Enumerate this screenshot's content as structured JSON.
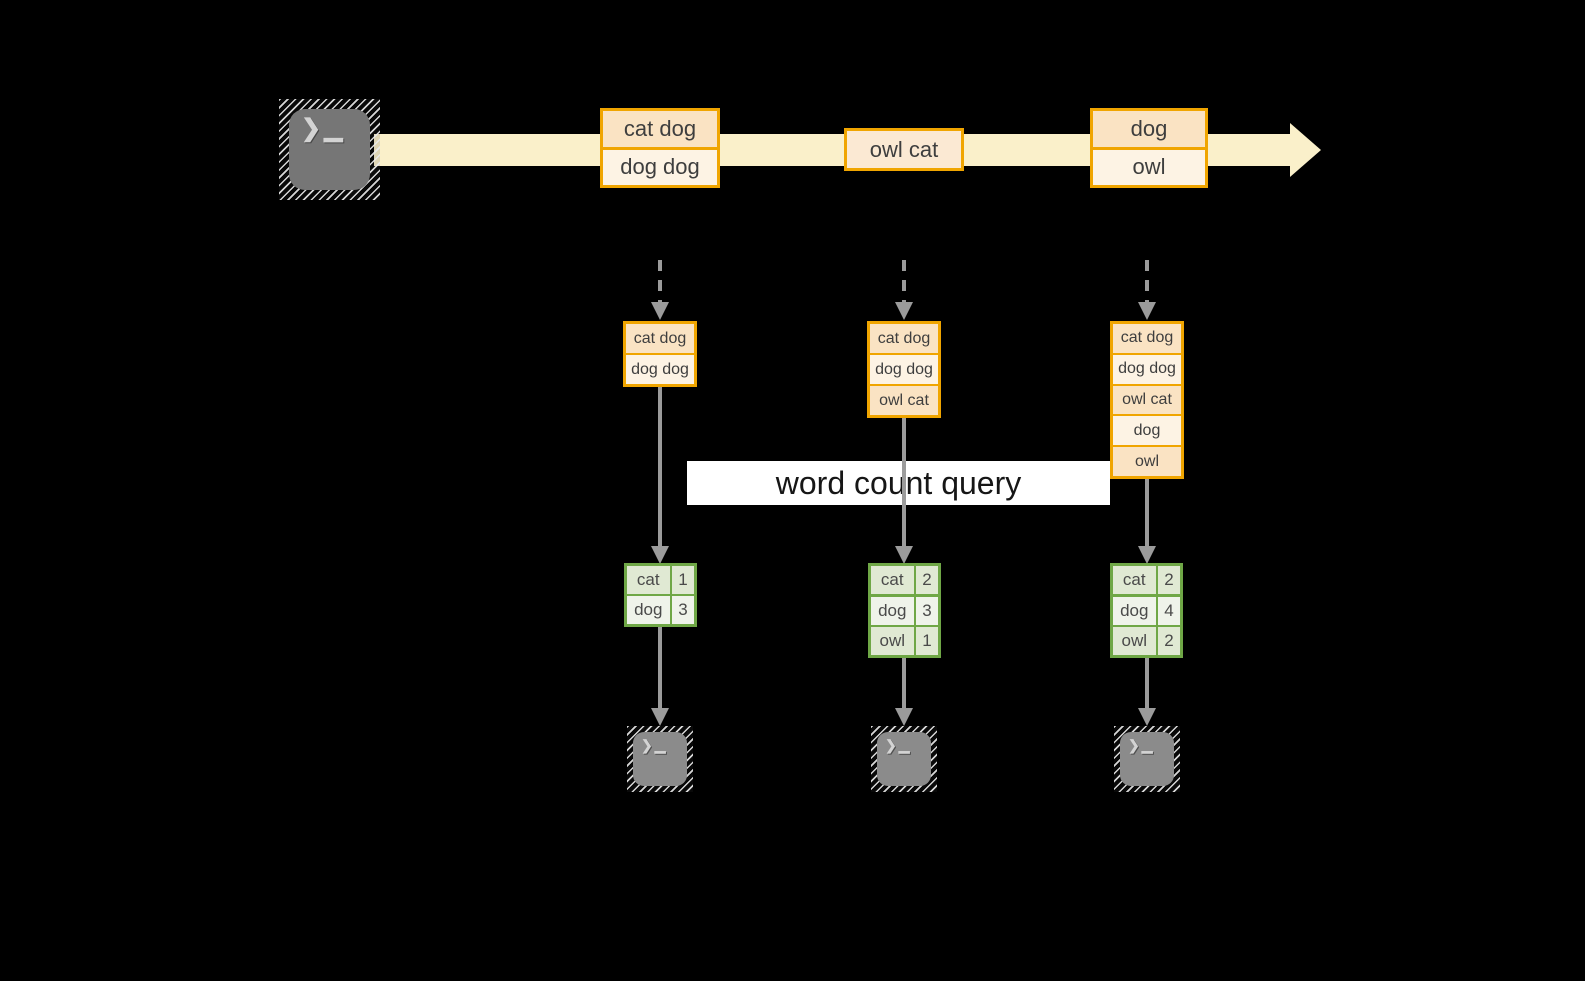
{
  "query_label": "word count query",
  "terminal_prompt": "❯▁",
  "colors": {
    "background": "#000000",
    "stream_band": "#FAF0CA",
    "box_border": "#F0A500",
    "box_fill_dark": "#FAE3C3",
    "box_fill_light": "#FDF3E4",
    "box_fill_mid": "#FBE9D3",
    "table_border": "#6FA746",
    "table_fill_dark": "#E0E9D3",
    "table_fill_light": "#EFF3EA",
    "arrow_gray": "#9B9B9B",
    "terminal_fill": "#767676",
    "terminal_fill_small": "#8B8B8B",
    "text_dark": "#3E3E3E",
    "query_bg": "#FFFFFF",
    "query_text": "#161616"
  },
  "stream": {
    "batches": [
      {
        "rows": [
          "cat dog",
          "dog dog"
        ]
      },
      {
        "rows": [
          "owl cat"
        ]
      },
      {
        "rows": [
          "dog",
          "owl"
        ]
      }
    ]
  },
  "columns": [
    {
      "state_rows": [
        "cat dog",
        "dog dog"
      ],
      "count_rows": [
        [
          "cat",
          "1"
        ],
        [
          "dog",
          "3"
        ]
      ]
    },
    {
      "state_rows": [
        "cat dog",
        "dog dog",
        "owl cat"
      ],
      "count_rows": [
        [
          "cat",
          "2"
        ],
        [
          "dog",
          "3"
        ],
        [
          "owl",
          "1"
        ]
      ]
    },
    {
      "state_rows": [
        "cat dog",
        "dog dog",
        "owl cat",
        "dog",
        "owl"
      ],
      "count_rows": [
        [
          "cat",
          "2"
        ],
        [
          "dog",
          "4"
        ],
        [
          "owl",
          "2"
        ]
      ]
    }
  ]
}
